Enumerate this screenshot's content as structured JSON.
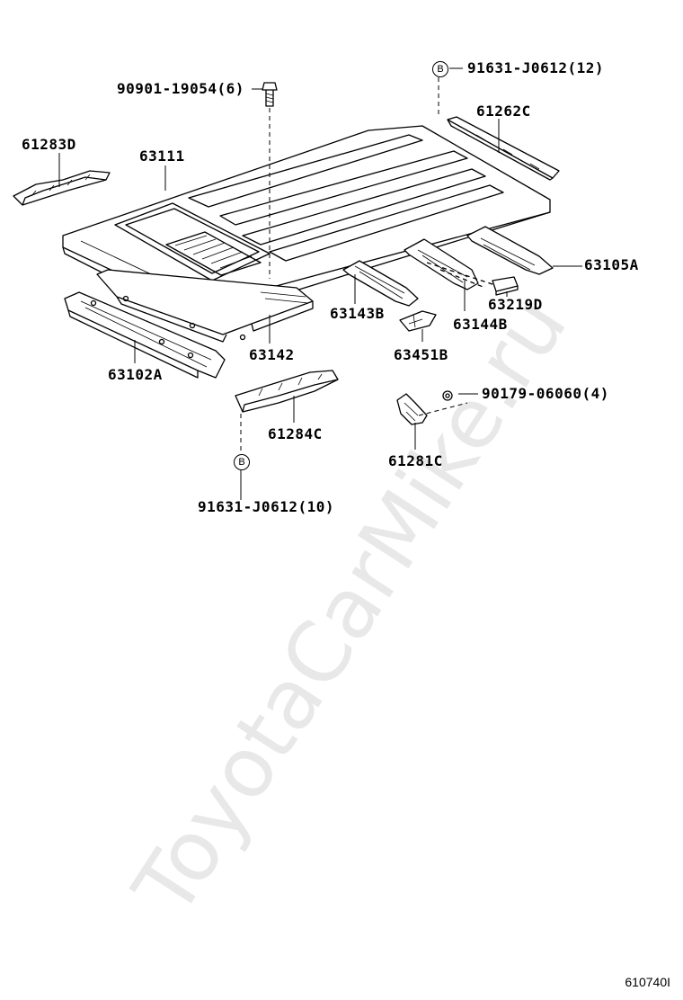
{
  "watermark": "ToyotaCarMike.ru",
  "diagram_code": "610740I",
  "callout_symbol": "B",
  "labels": {
    "p90901": "90901-19054(6)",
    "p91631_top": "91631-J0612(12)",
    "p61262C": "61262C",
    "p61283D": "61283D",
    "p63111": "63111",
    "p63105A": "63105A",
    "p63219D": "63219D",
    "p63143B": "63143B",
    "p63144B": "63144B",
    "p63142": "63142",
    "p63451B": "63451B",
    "p63102A": "63102A",
    "p90179": "90179-06060(4)",
    "p61284C": "61284C",
    "p61281C": "61281C",
    "p91631_bot": "91631-J0612(10)"
  }
}
